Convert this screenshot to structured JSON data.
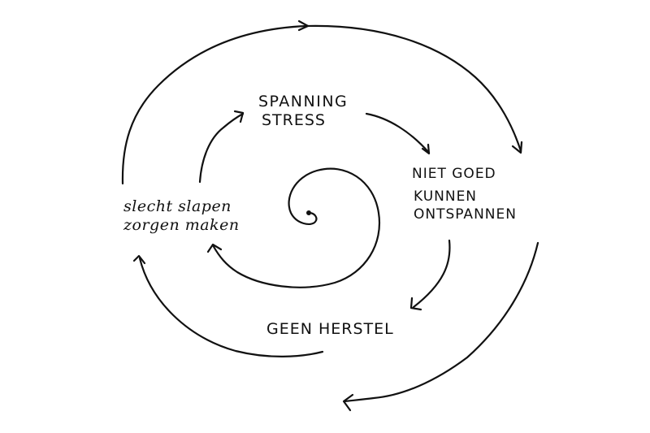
{
  "diagram": {
    "type": "spiral-cycle",
    "style": "hand-drawn",
    "colors": {
      "ink": "#111111",
      "background": "#ffffff"
    },
    "nodes": [
      {
        "id": "spanning",
        "lines": [
          "SPANNING",
          "STRESS"
        ]
      },
      {
        "id": "niet-goed",
        "lines": [
          "NIET GOED",
          "KUNNEN",
          "ONTSPANNEN"
        ]
      },
      {
        "id": "geen-herstel",
        "lines": [
          "GEEN HERSTEL"
        ]
      },
      {
        "id": "slecht-slapen",
        "lines": [
          "slecht slapen",
          "zorgen maken"
        ]
      }
    ],
    "edges": [
      {
        "from": "slecht-slapen",
        "to": "spanning",
        "ring": "inner"
      },
      {
        "from": "spanning",
        "to": "niet-goed",
        "ring": "inner"
      },
      {
        "from": "niet-goed",
        "to": "geen-herstel",
        "ring": "inner"
      },
      {
        "from": "geen-herstel",
        "to": "slecht-slapen",
        "ring": "inner"
      },
      {
        "from": "center",
        "to": "slecht-slapen",
        "ring": "core-spiral"
      },
      {
        "from": "left",
        "to": "right",
        "ring": "outer-top"
      },
      {
        "from": "right",
        "to": "bottom",
        "ring": "outer-right"
      }
    ]
  }
}
